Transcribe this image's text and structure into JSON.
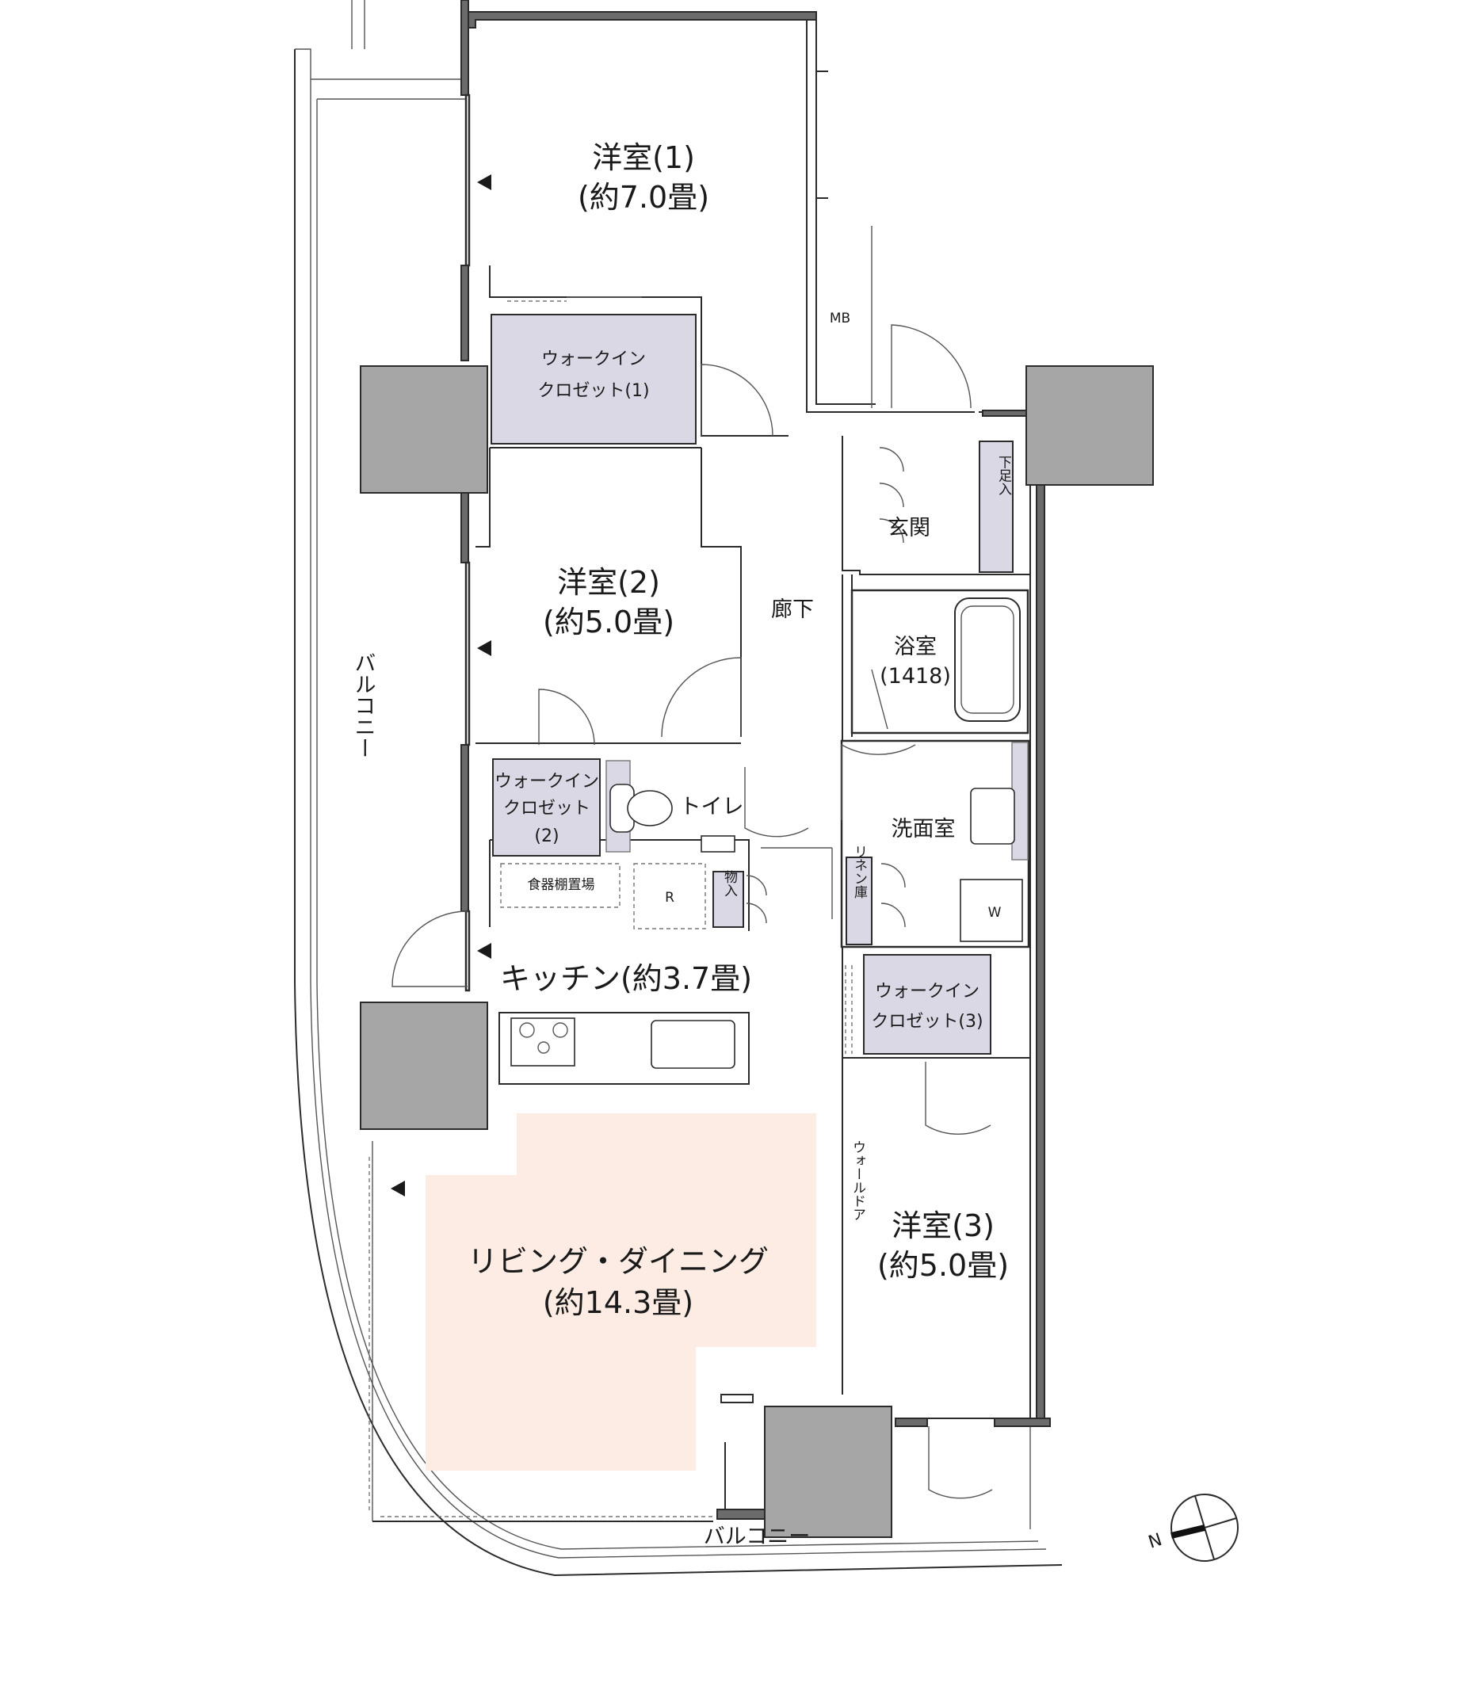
{
  "colors": {
    "column": "#a6a6a6",
    "closet": "#d9d8e4",
    "living": "#fdece3",
    "wall": "#2b2b2b",
    "glass": "#e9e9e9"
  },
  "rooms": {
    "bedroom1": {
      "name": "洋室(1)",
      "size": "(約7.0畳)"
    },
    "wic1": {
      "line1": "ウォークイン",
      "line2": "クロゼット(1)"
    },
    "mb": "MB",
    "genkan": "玄関",
    "shoes": "下足入",
    "bedroom2": {
      "name": "洋室(2)",
      "size": "(約5.0畳)"
    },
    "hallway": "廊下",
    "bath": {
      "name": "浴室",
      "size": "(1418)"
    },
    "wic2": {
      "line1": "ウォークイン",
      "line2": "クロゼット",
      "line3": "(2)"
    },
    "toilet": "トイレ",
    "washroom": "洗面室",
    "pantry": "食器棚置場",
    "fridge": "R",
    "storage": "物入",
    "linen": "リネン庫",
    "washer": "W",
    "kitchen": "キッチン(約3.7畳)",
    "wic3": {
      "line1": "ウォークイン",
      "line2": "クロゼット(3)"
    },
    "walldoor": "ウォールドア",
    "bedroom3": {
      "name": "洋室(3)",
      "size": "(約5.0畳)"
    },
    "living": {
      "name": "リビング・ダイニング",
      "size": "(約14.3畳)"
    },
    "balcony_west": "バルコニー",
    "balcony_south": "バルコニー"
  },
  "compass": {
    "label": "N"
  }
}
